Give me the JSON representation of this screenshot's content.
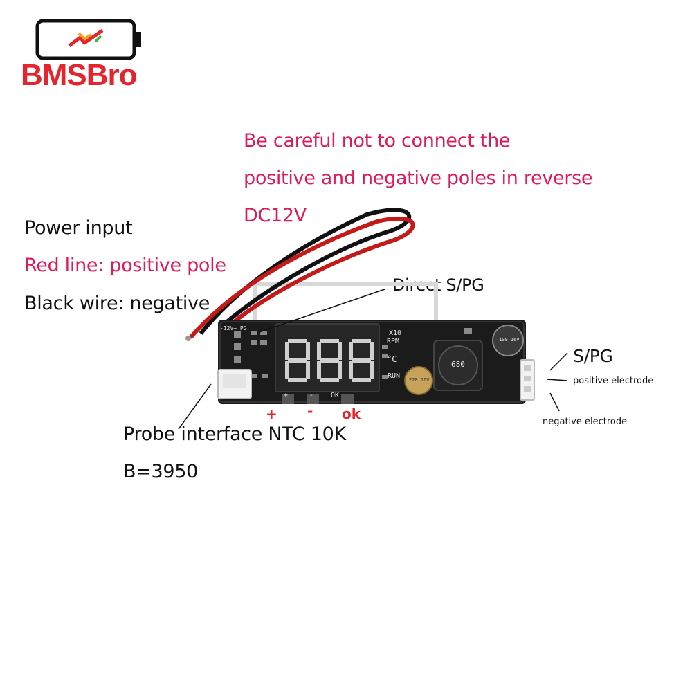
{
  "brand": {
    "name": "BMSBro",
    "color": "#e4252e"
  },
  "warning": {
    "line1": "Be careful not to connect the",
    "line2": "positive and negative poles in reverse",
    "line3": "DC12V",
    "color": "#e0195b"
  },
  "power": {
    "title": "Power input",
    "red_line": "Red line: positive pole",
    "black_wire": "Black wire: negative"
  },
  "direct_label": "Direct S/PG",
  "fan_connector": {
    "spg": "S/PG",
    "positive": "positive electrode",
    "negative": "negative electrode"
  },
  "probe": {
    "line1": "Probe interface NTC 10K",
    "line2": "B=3950"
  },
  "buttons": {
    "plus": "+",
    "minus": "-",
    "ok": "ok"
  },
  "board": {
    "display_digits": "888",
    "unit_x10": "X10",
    "unit_rpm": "RPM",
    "unit_c": "°C",
    "run": "RUN",
    "pins": "-12V+ PG",
    "inductor": "680",
    "cap_small": "220 16V",
    "cap_large": "100 16V",
    "btn_plus": "+",
    "btn_minus": "-",
    "btn_ok": "OK"
  },
  "icons": [
    "battery-icon",
    "lightning-icon"
  ]
}
